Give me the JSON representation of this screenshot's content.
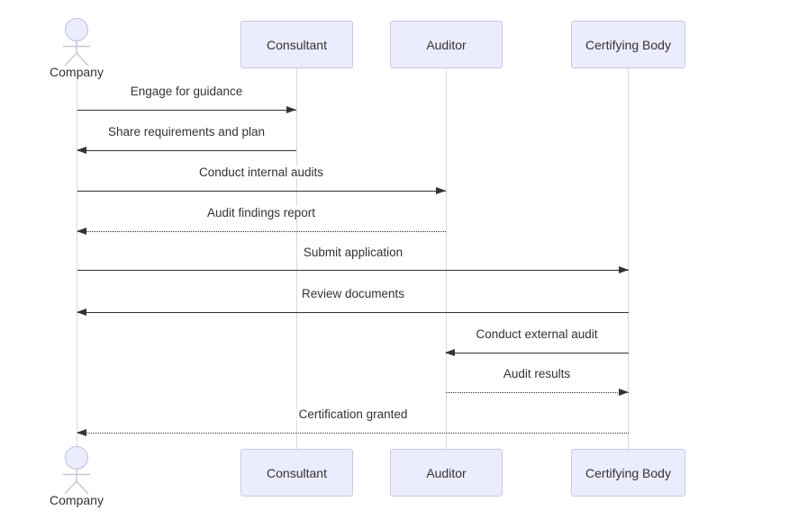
{
  "diagram": {
    "type": "sequence-diagram",
    "participants": [
      {
        "id": "company",
        "label": "Company",
        "representation": "actor"
      },
      {
        "id": "consultant",
        "label": "Consultant",
        "representation": "box"
      },
      {
        "id": "auditor",
        "label": "Auditor",
        "representation": "box"
      },
      {
        "id": "certifying-body",
        "label": "Certifying Body",
        "representation": "box"
      }
    ],
    "messages": [
      {
        "from": "Company",
        "to": "Consultant",
        "label": "Engage for guidance",
        "line": "solid",
        "direction": "right"
      },
      {
        "from": "Consultant",
        "to": "Company",
        "label": "Share requirements and plan",
        "line": "solid",
        "direction": "left"
      },
      {
        "from": "Company",
        "to": "Auditor",
        "label": "Conduct internal audits",
        "line": "solid",
        "direction": "right"
      },
      {
        "from": "Auditor",
        "to": "Company",
        "label": "Audit findings report",
        "line": "dotted",
        "direction": "left"
      },
      {
        "from": "Company",
        "to": "Certifying Body",
        "label": "Submit application",
        "line": "solid",
        "direction": "right"
      },
      {
        "from": "Certifying Body",
        "to": "Company",
        "label": "Review documents",
        "line": "solid",
        "direction": "left"
      },
      {
        "from": "Certifying Body",
        "to": "Auditor",
        "label": "Conduct external audit",
        "line": "solid",
        "direction": "left"
      },
      {
        "from": "Auditor",
        "to": "Certifying Body",
        "label": "Audit results",
        "line": "dotted",
        "direction": "right"
      },
      {
        "from": "Certifying Body",
        "to": "Company",
        "label": "Certification granted",
        "line": "dotted",
        "direction": "left"
      }
    ],
    "colors": {
      "participant_fill": "#ececff",
      "participant_border": "#c9c9e3",
      "actor_line": "#c6c6d8",
      "lifeline": "#d8d8e6",
      "message_line": "#333333",
      "text": "#333333",
      "background": "#ffffff"
    }
  }
}
